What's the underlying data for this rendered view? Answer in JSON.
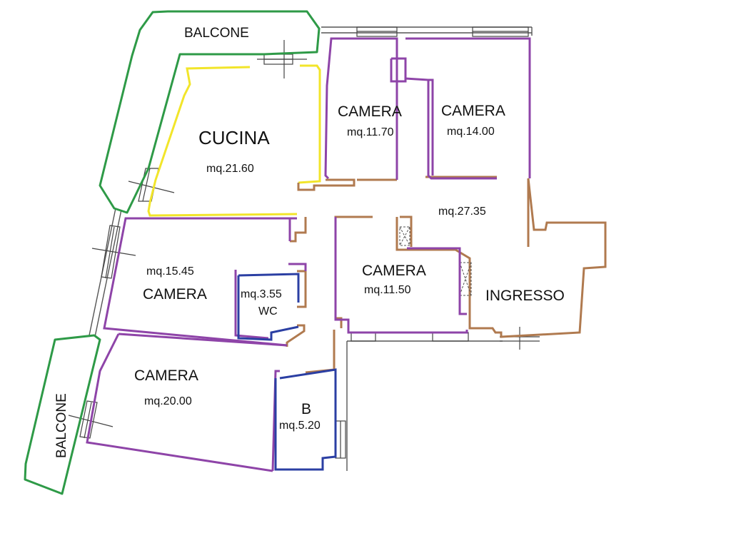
{
  "labels": {
    "balcone_top": "BALCONE",
    "balcone_left": "BALCONE",
    "cucina": "CUCINA",
    "cucina_area": "mq.21.60",
    "camera_a": "CAMERA",
    "camera_a_area": "mq.11.70",
    "camera_b": "CAMERA",
    "camera_b_area": "mq.14.00",
    "corridor_area": "mq.27.35",
    "camera_c_area": "mq.15.45",
    "camera_c": "CAMERA",
    "wc_area": "mq.3.55",
    "wc": "WC",
    "camera_d": "CAMERA",
    "camera_d_area": "mq.11.50",
    "ingresso": "INGRESSO",
    "camera_e": "CAMERA",
    "camera_e_area": "mq.20.00",
    "bagno": "B",
    "bagno_area": "mq.5.20"
  },
  "colors": {
    "balcony": "#2e9a47",
    "kitchen": "#f2e52a",
    "room": "#8e44a8",
    "bathroom": "#2b3fa3",
    "circulation": "#b07a4f",
    "wall": "#555555"
  }
}
